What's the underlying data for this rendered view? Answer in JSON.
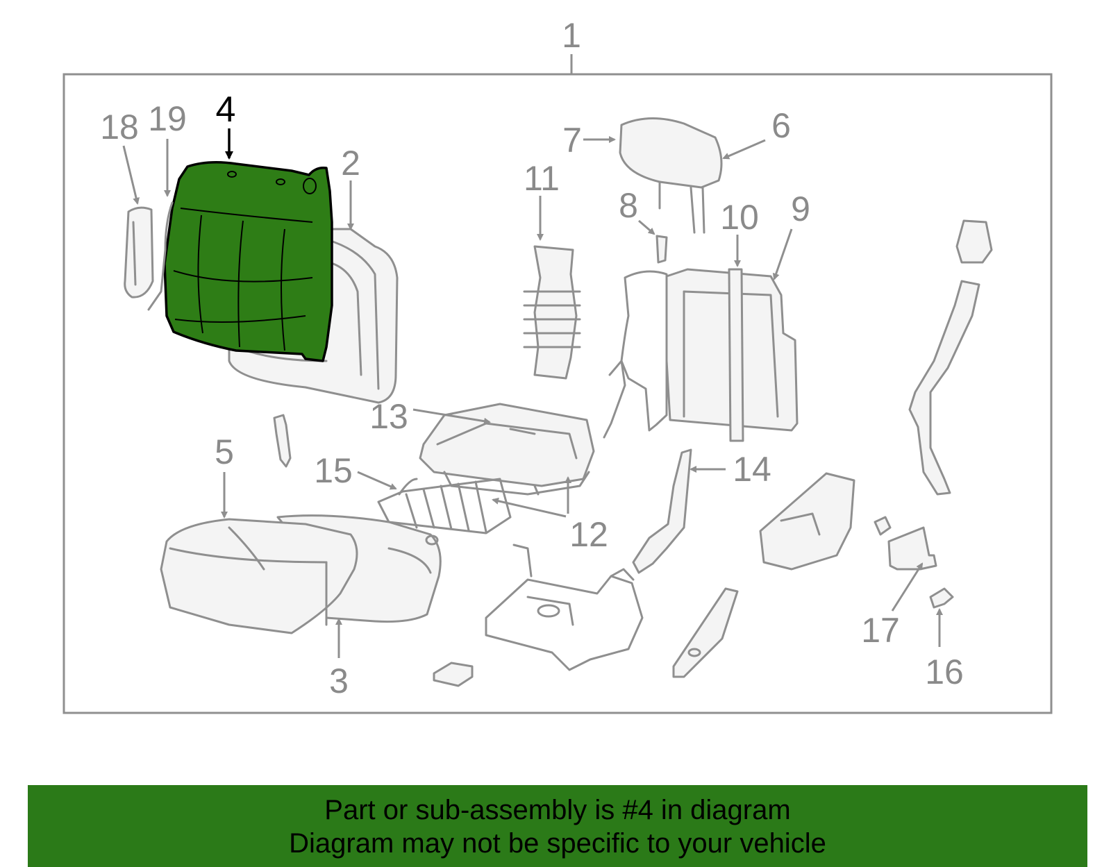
{
  "diagram": {
    "callouts": {
      "c1": "1",
      "c2": "2",
      "c3": "3",
      "c4": "4",
      "c5": "5",
      "c6": "6",
      "c7": "7",
      "c8": "8",
      "c9": "9",
      "c10": "10",
      "c11": "11",
      "c12": "12",
      "c13": "13",
      "c14": "14",
      "c15": "15",
      "c16": "16",
      "c17": "17",
      "c18": "18",
      "c19": "19"
    },
    "highlighted_part": "4",
    "highlight_color": "#2e7d16",
    "frame_color": "#8f8f8f"
  },
  "banner": {
    "line1": "Part or sub-assembly is #4 in diagram",
    "line2": "Diagram may not be specific to your vehicle",
    "background": "#2b7a18"
  }
}
